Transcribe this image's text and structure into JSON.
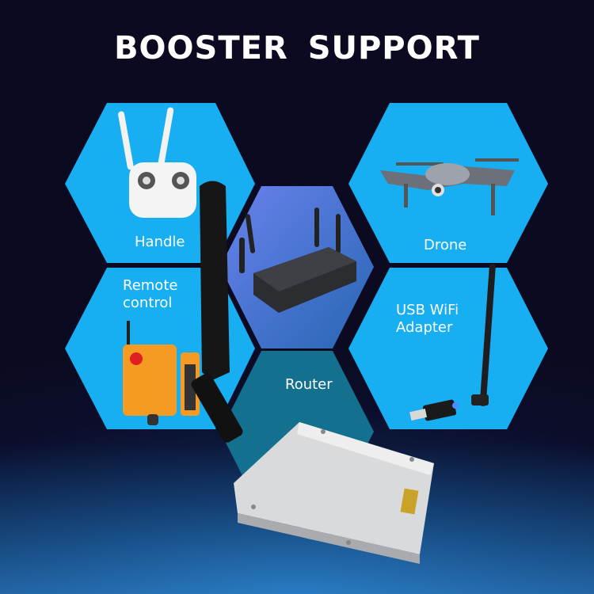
{
  "title": "BOOSTER SUPPORT",
  "colors": {
    "background": "#0b0a20",
    "hex_light": "#17aef2",
    "hex_center_top": "#4f72d8",
    "hex_center_bottom": "#13708f",
    "text": "#ffffff"
  },
  "hexagons": [
    {
      "label": "Handle",
      "icon": "rc-transmitter-image"
    },
    {
      "label": "Drone",
      "icon": "drone-image"
    },
    {
      "label": "Remote control",
      "line1": "Remote",
      "line2": "control",
      "icon": "industrial-remote-image"
    },
    {
      "label": "USB WiFi Adapter",
      "line1": "USB WiFi",
      "line2": "Adapter",
      "icon": "usb-adapter-image"
    },
    {
      "label": "",
      "icon": "router-image"
    },
    {
      "label": "Router"
    }
  ],
  "product": {
    "icon": "wifi-booster-image"
  }
}
